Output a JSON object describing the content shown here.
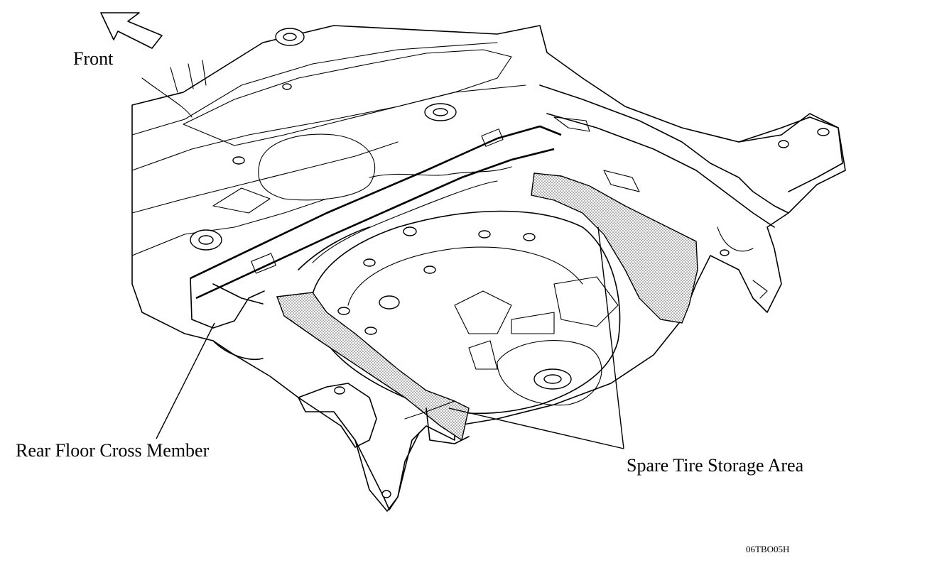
{
  "labels": {
    "front": "Front",
    "rear_floor_cross_member": "Rear Floor Cross Member",
    "spare_tire_storage_area": "Spare Tire Storage Area",
    "figure_code": "06TBO05H"
  },
  "icons": {
    "direction_arrow": "arrow-up-left-outline-icon"
  }
}
